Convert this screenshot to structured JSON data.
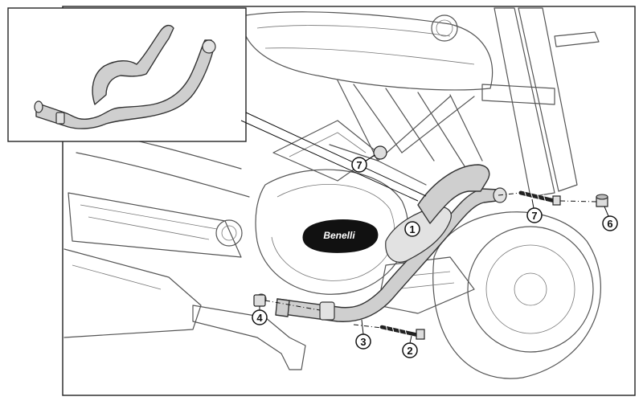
{
  "callouts": [
    {
      "id": "c1",
      "label": "1"
    },
    {
      "id": "c2",
      "label": "2"
    },
    {
      "id": "c3",
      "label": "3"
    },
    {
      "id": "c4",
      "label": "4"
    },
    {
      "id": "c6",
      "label": "6"
    },
    {
      "id": "c7a",
      "label": "7"
    },
    {
      "id": "c7b",
      "label": "7"
    }
  ],
  "brand_logo": "Benelli",
  "colors": {
    "line": "#555555",
    "part_fill": "#cfcfcf",
    "callout_fill": "#ffffff",
    "logo_fill": "#111111"
  }
}
